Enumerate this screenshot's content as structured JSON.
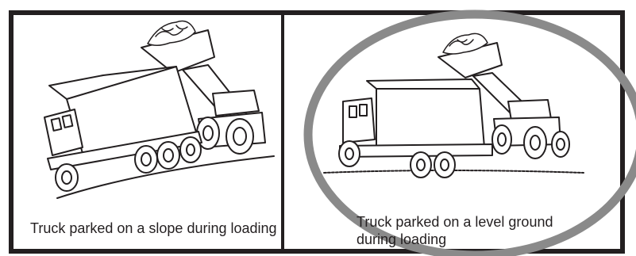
{
  "panels": {
    "left": {
      "caption": "Truck parked on a slope during loading"
    },
    "right": {
      "caption_line1": "Truck parked on a level ground",
      "caption_line2": "during loading"
    }
  },
  "colors": {
    "border": "#231f20",
    "highlight_ellipse": "#8a8a8a",
    "line": "#231f20"
  }
}
